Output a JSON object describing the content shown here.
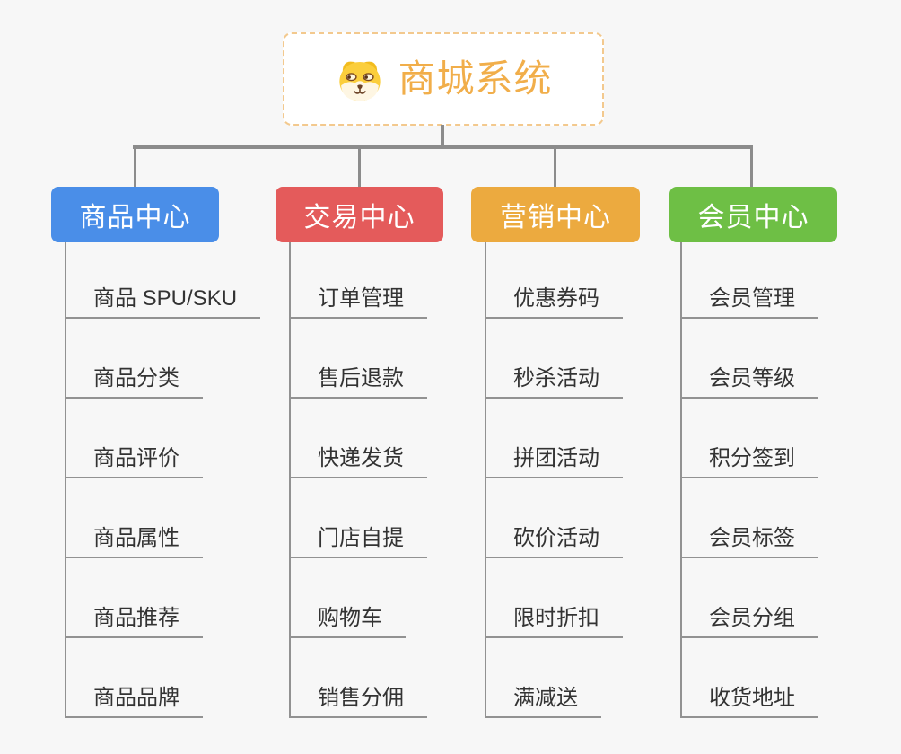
{
  "root": {
    "title": "商城系统",
    "icon": "dog-face-icon"
  },
  "branches": [
    {
      "label": "商品中心",
      "color": "#4a8ee8",
      "items": [
        "商品 SPU/SKU",
        "商品分类",
        "商品评价",
        "商品属性",
        "商品推荐",
        "商品品牌"
      ]
    },
    {
      "label": "交易中心",
      "color": "#e45b5b",
      "items": [
        "订单管理",
        "售后退款",
        "快递发货",
        "门店自提",
        "购物车",
        "销售分佣"
      ]
    },
    {
      "label": "营销中心",
      "color": "#ecaa3f",
      "items": [
        "优惠券码",
        "秒杀活动",
        "拼团活动",
        "砍价活动",
        "限时折扣",
        "满减送"
      ]
    },
    {
      "label": "会员中心",
      "color": "#6ebf45",
      "items": [
        "会员管理",
        "会员等级",
        "积分签到",
        "会员标签",
        "会员分组",
        "收货地址"
      ]
    }
  ],
  "colors": {
    "background": "#f7f7f7",
    "connector": "#8c8c8c",
    "leaf_line": "#929292",
    "leaf_text": "#333333",
    "root_text": "#f1ae4a",
    "root_border": "#f3c98e"
  }
}
